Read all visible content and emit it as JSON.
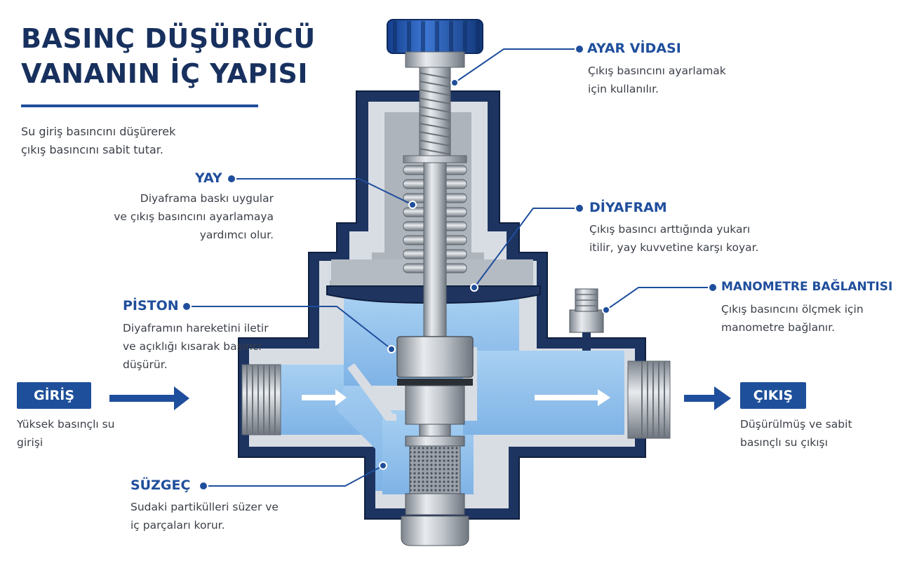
{
  "title_lines": [
    "BASINÇ DÜŞÜRÜCÜ",
    "VANANIN İÇ YAPISI"
  ],
  "intro_lines": [
    "Su giriş basıncını düşürerek",
    "çıkış basıncını sabit tutar."
  ],
  "labels": {
    "ayar_vidasi": {
      "title": "AYAR VİDASI",
      "lines": [
        "Çıkış basıncını ayarlamak",
        "için kullanılır."
      ]
    },
    "yay": {
      "title": "YAY",
      "lines": [
        "Diyaframa baskı uygular",
        "ve çıkış basıncını ayarlamaya",
        "yardımcı olur."
      ]
    },
    "diyafram": {
      "title": "DİYAFRAM",
      "lines": [
        "Çıkış basıncı arttığında yukarı",
        "itilir, yay kuvvetine karşı koyar."
      ]
    },
    "piston": {
      "title": "PİSTON",
      "lines": [
        "Diyaframın hareketini iletir",
        "ve açıklığı kısarak basıncı",
        "düşürür."
      ]
    },
    "manometre": {
      "title": "MANOMETRE BAĞLANTISI",
      "lines": [
        "Çıkış basıncını ölçmek için",
        "manometre bağlanır."
      ]
    },
    "suzgec": {
      "title": "SÜZGEÇ",
      "lines": [
        "Sudaki partikülleri süzer ve",
        "iç parçaları korur."
      ]
    }
  },
  "inlet": {
    "badge": "GİRİŞ",
    "lines": [
      "Yüksek basınçlı su",
      "girişi"
    ]
  },
  "outlet": {
    "badge": "ÇIKIŞ",
    "lines": [
      "Düşürülmüş ve sabit",
      "basınçlı su çıkışı"
    ]
  },
  "colors": {
    "accent": "#1f4e9c",
    "body_dark": "#1d3461",
    "water": "#8ec0ec",
    "metal": "#b9bec5",
    "badge": "#1e4f9a"
  }
}
